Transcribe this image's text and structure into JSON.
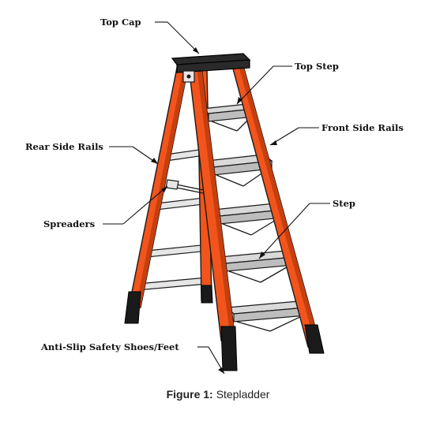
{
  "labels": {
    "top_cap": "Top Cap",
    "top_step": "Top Step",
    "front_side_rails": "Front Side Rails",
    "rear_side_rails": "Rear Side Rails",
    "spreaders": "Spreaders",
    "step": "Step",
    "shoes": "Anti-Slip Safety Shoes/Feet"
  },
  "caption": {
    "prefix": "Figure 1:",
    "title": "Stepladder"
  },
  "colors": {
    "rails": "#f2541b",
    "steps": "#d9d9d9",
    "cap": "#2a2a2a",
    "shoes": "#1a1a1a"
  }
}
